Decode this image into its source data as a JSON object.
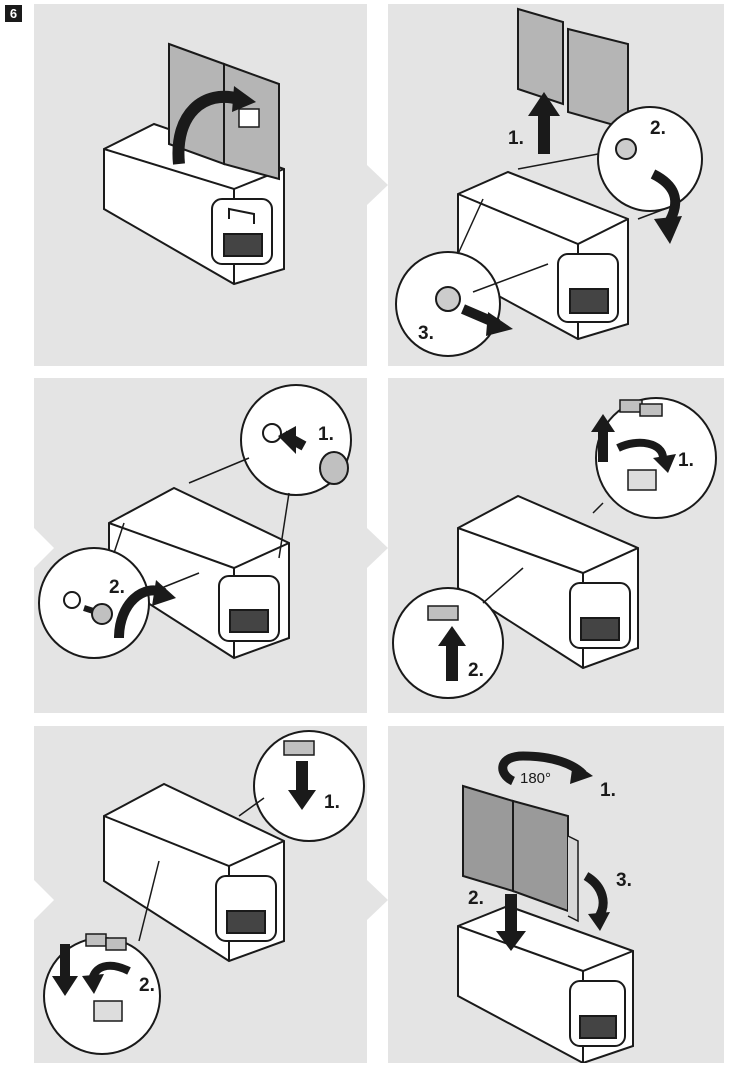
{
  "figure": {
    "number": "6"
  },
  "panels": [
    {
      "step": 1,
      "labels": []
    },
    {
      "step": 2,
      "labels": [
        "1.",
        "2.",
        "3."
      ]
    },
    {
      "step": 3,
      "labels": [
        "1.",
        "2."
      ]
    },
    {
      "step": 4,
      "labels": [
        "1.",
        "2."
      ]
    },
    {
      "step": 5,
      "labels": [
        "1.",
        "2."
      ]
    },
    {
      "step": 6,
      "labels": [
        "1.",
        "2.",
        "3."
      ],
      "rotation": "180°"
    }
  ],
  "colors": {
    "panel_bg": "#e4e4e4",
    "stroke": "#1a1a1a",
    "lid_fill": "#9a9a9a"
  }
}
